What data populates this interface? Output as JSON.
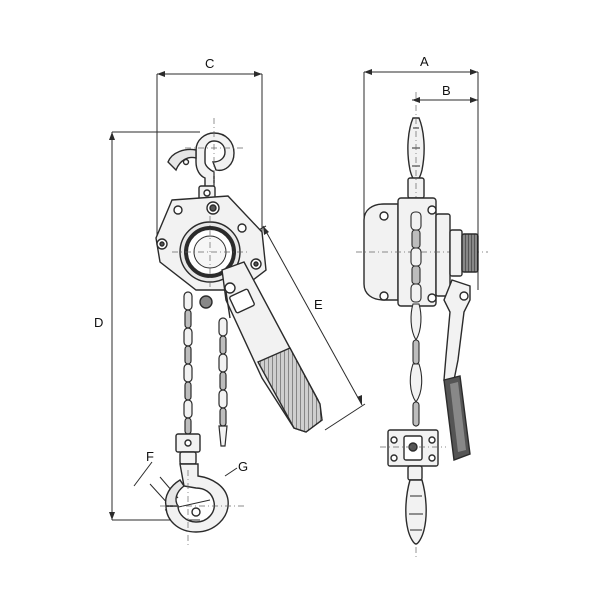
{
  "diagram": {
    "labels": {
      "A": "A",
      "B": "B",
      "C": "C",
      "D": "D",
      "E": "E",
      "F": "F",
      "G": "G"
    },
    "colors": {
      "line": "#2b2b2b",
      "body_fill": "#f2f2f2",
      "shade": "#bdbdbd",
      "dark": "#555555",
      "center_line": "#666666"
    }
  }
}
